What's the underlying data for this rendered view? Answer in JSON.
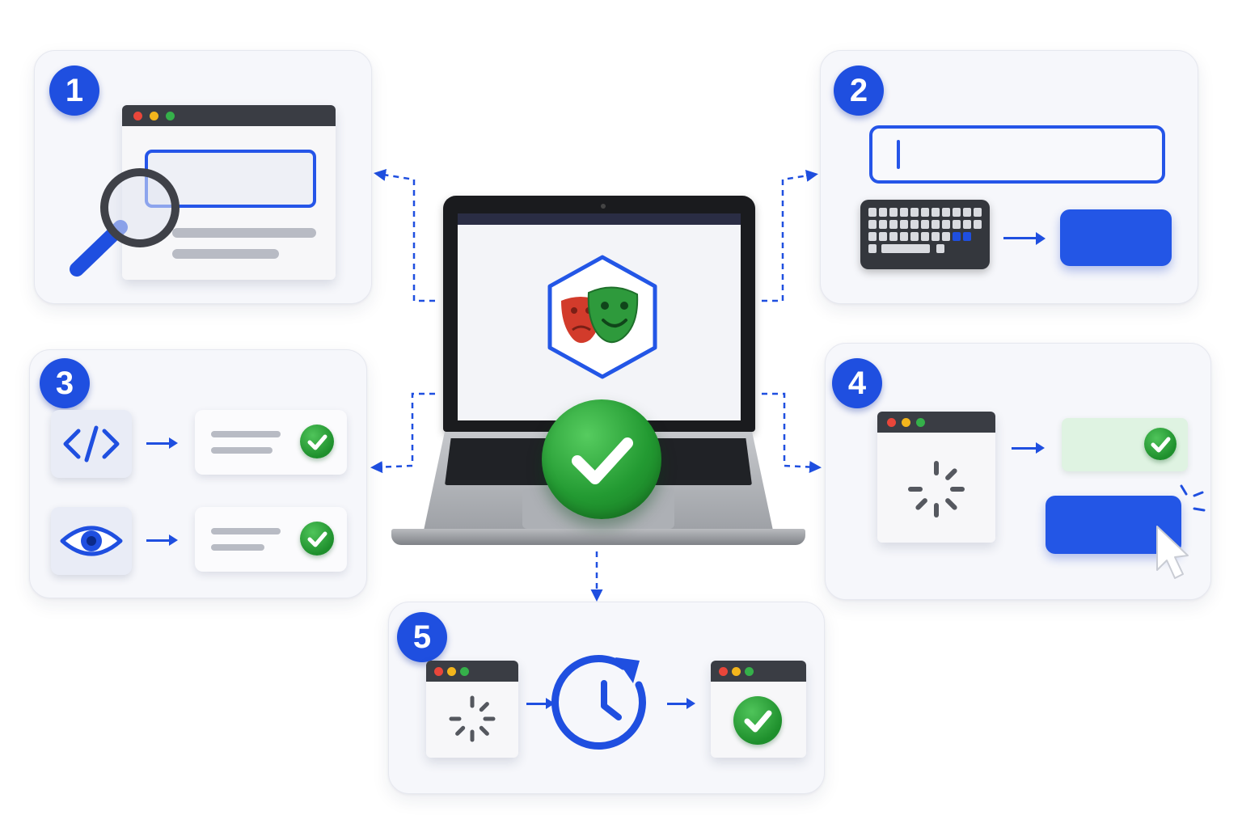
{
  "steps": [
    {
      "number": "1"
    },
    {
      "number": "2"
    },
    {
      "number": "3"
    },
    {
      "number": "4"
    },
    {
      "number": "5"
    }
  ],
  "icons": {
    "center": [
      "laptop-icon",
      "playwright-masks-icon",
      "success-check-icon"
    ],
    "step1": [
      "browser-window-icon",
      "magnifier-icon"
    ],
    "step2": [
      "text-input-icon",
      "keyboard-icon",
      "submit-button-icon"
    ],
    "step3": [
      "code-icon",
      "eye-icon",
      "check-icon"
    ],
    "step4": [
      "loading-spinner-icon",
      "cursor-click-icon",
      "check-icon"
    ],
    "step5": [
      "loading-spinner-icon",
      "clock-retry-icon",
      "check-icon"
    ]
  },
  "colors": {
    "accent_blue": "#1f4fe0",
    "success_green": "#2aa33a",
    "mask_red": "#d23b2b",
    "window_bar": "#3a3d44",
    "card_bg": "#f6f7fb"
  }
}
